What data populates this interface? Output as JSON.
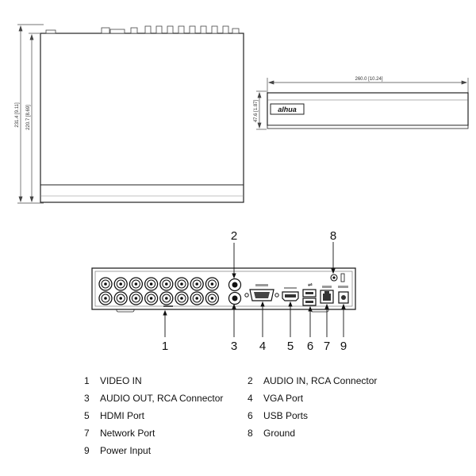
{
  "top_view": {
    "dim_total": "231.4 [9.11]",
    "dim_inner": "220.7 [8.69]"
  },
  "front_view": {
    "dim_width": "260.0 [10.24]",
    "dim_height": "47.6 [1.87]",
    "brand": "alhua"
  },
  "callouts": [
    "1",
    "2",
    "3",
    "4",
    "5",
    "6",
    "7",
    "8",
    "9"
  ],
  "legend": [
    {
      "num": "1",
      "label": "VIDEO IN"
    },
    {
      "num": "2",
      "label": "AUDIO IN, RCA Connector"
    },
    {
      "num": "3",
      "label": "AUDIO OUT, RCA Connector"
    },
    {
      "num": "4",
      "label": "VGA Port"
    },
    {
      "num": "5",
      "label": "HDMI Port"
    },
    {
      "num": "6",
      "label": "USB Ports"
    },
    {
      "num": "7",
      "label": "Network Port"
    },
    {
      "num": "8",
      "label": "Ground"
    },
    {
      "num": "9",
      "label": "Power Input"
    }
  ]
}
